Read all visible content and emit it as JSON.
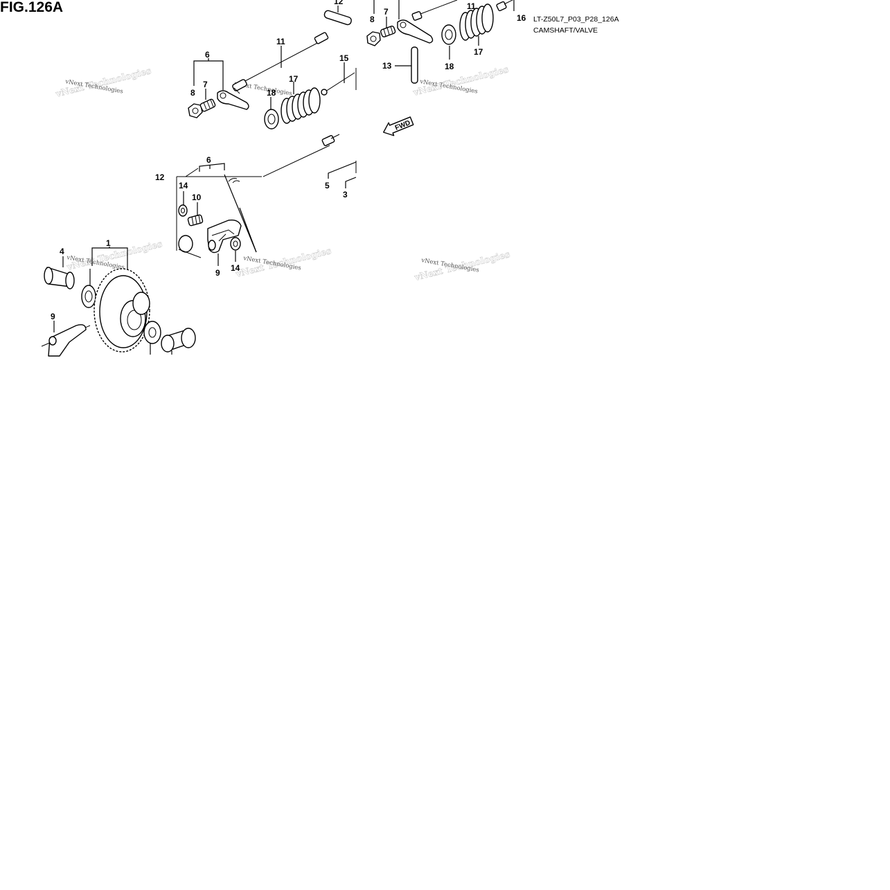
{
  "figure": {
    "title": "FIG.126A",
    "code": "LT-Z50L7_P03_P28_126A",
    "subtitle": "CAMSHAFT/VALVE"
  },
  "watermark": {
    "text": "vNext Technologies"
  },
  "fwd_label": "FWD",
  "callouts": {
    "c1": "1",
    "c3": "3",
    "c4": "4",
    "c5": "5",
    "c6a": "6",
    "c6b": "6",
    "c7a": "7",
    "c7b": "7",
    "c8a": "8",
    "c8b": "8",
    "c9a": "9",
    "c9b": "9",
    "c10": "10",
    "c11a": "11",
    "c11b": "11",
    "c12a": "12",
    "c12b": "12",
    "c13": "13",
    "c14a": "14",
    "c14b": "14",
    "c15": "15",
    "c16": "16",
    "c17a": "17",
    "c17b": "17",
    "c18a": "18",
    "c18b": "18"
  }
}
